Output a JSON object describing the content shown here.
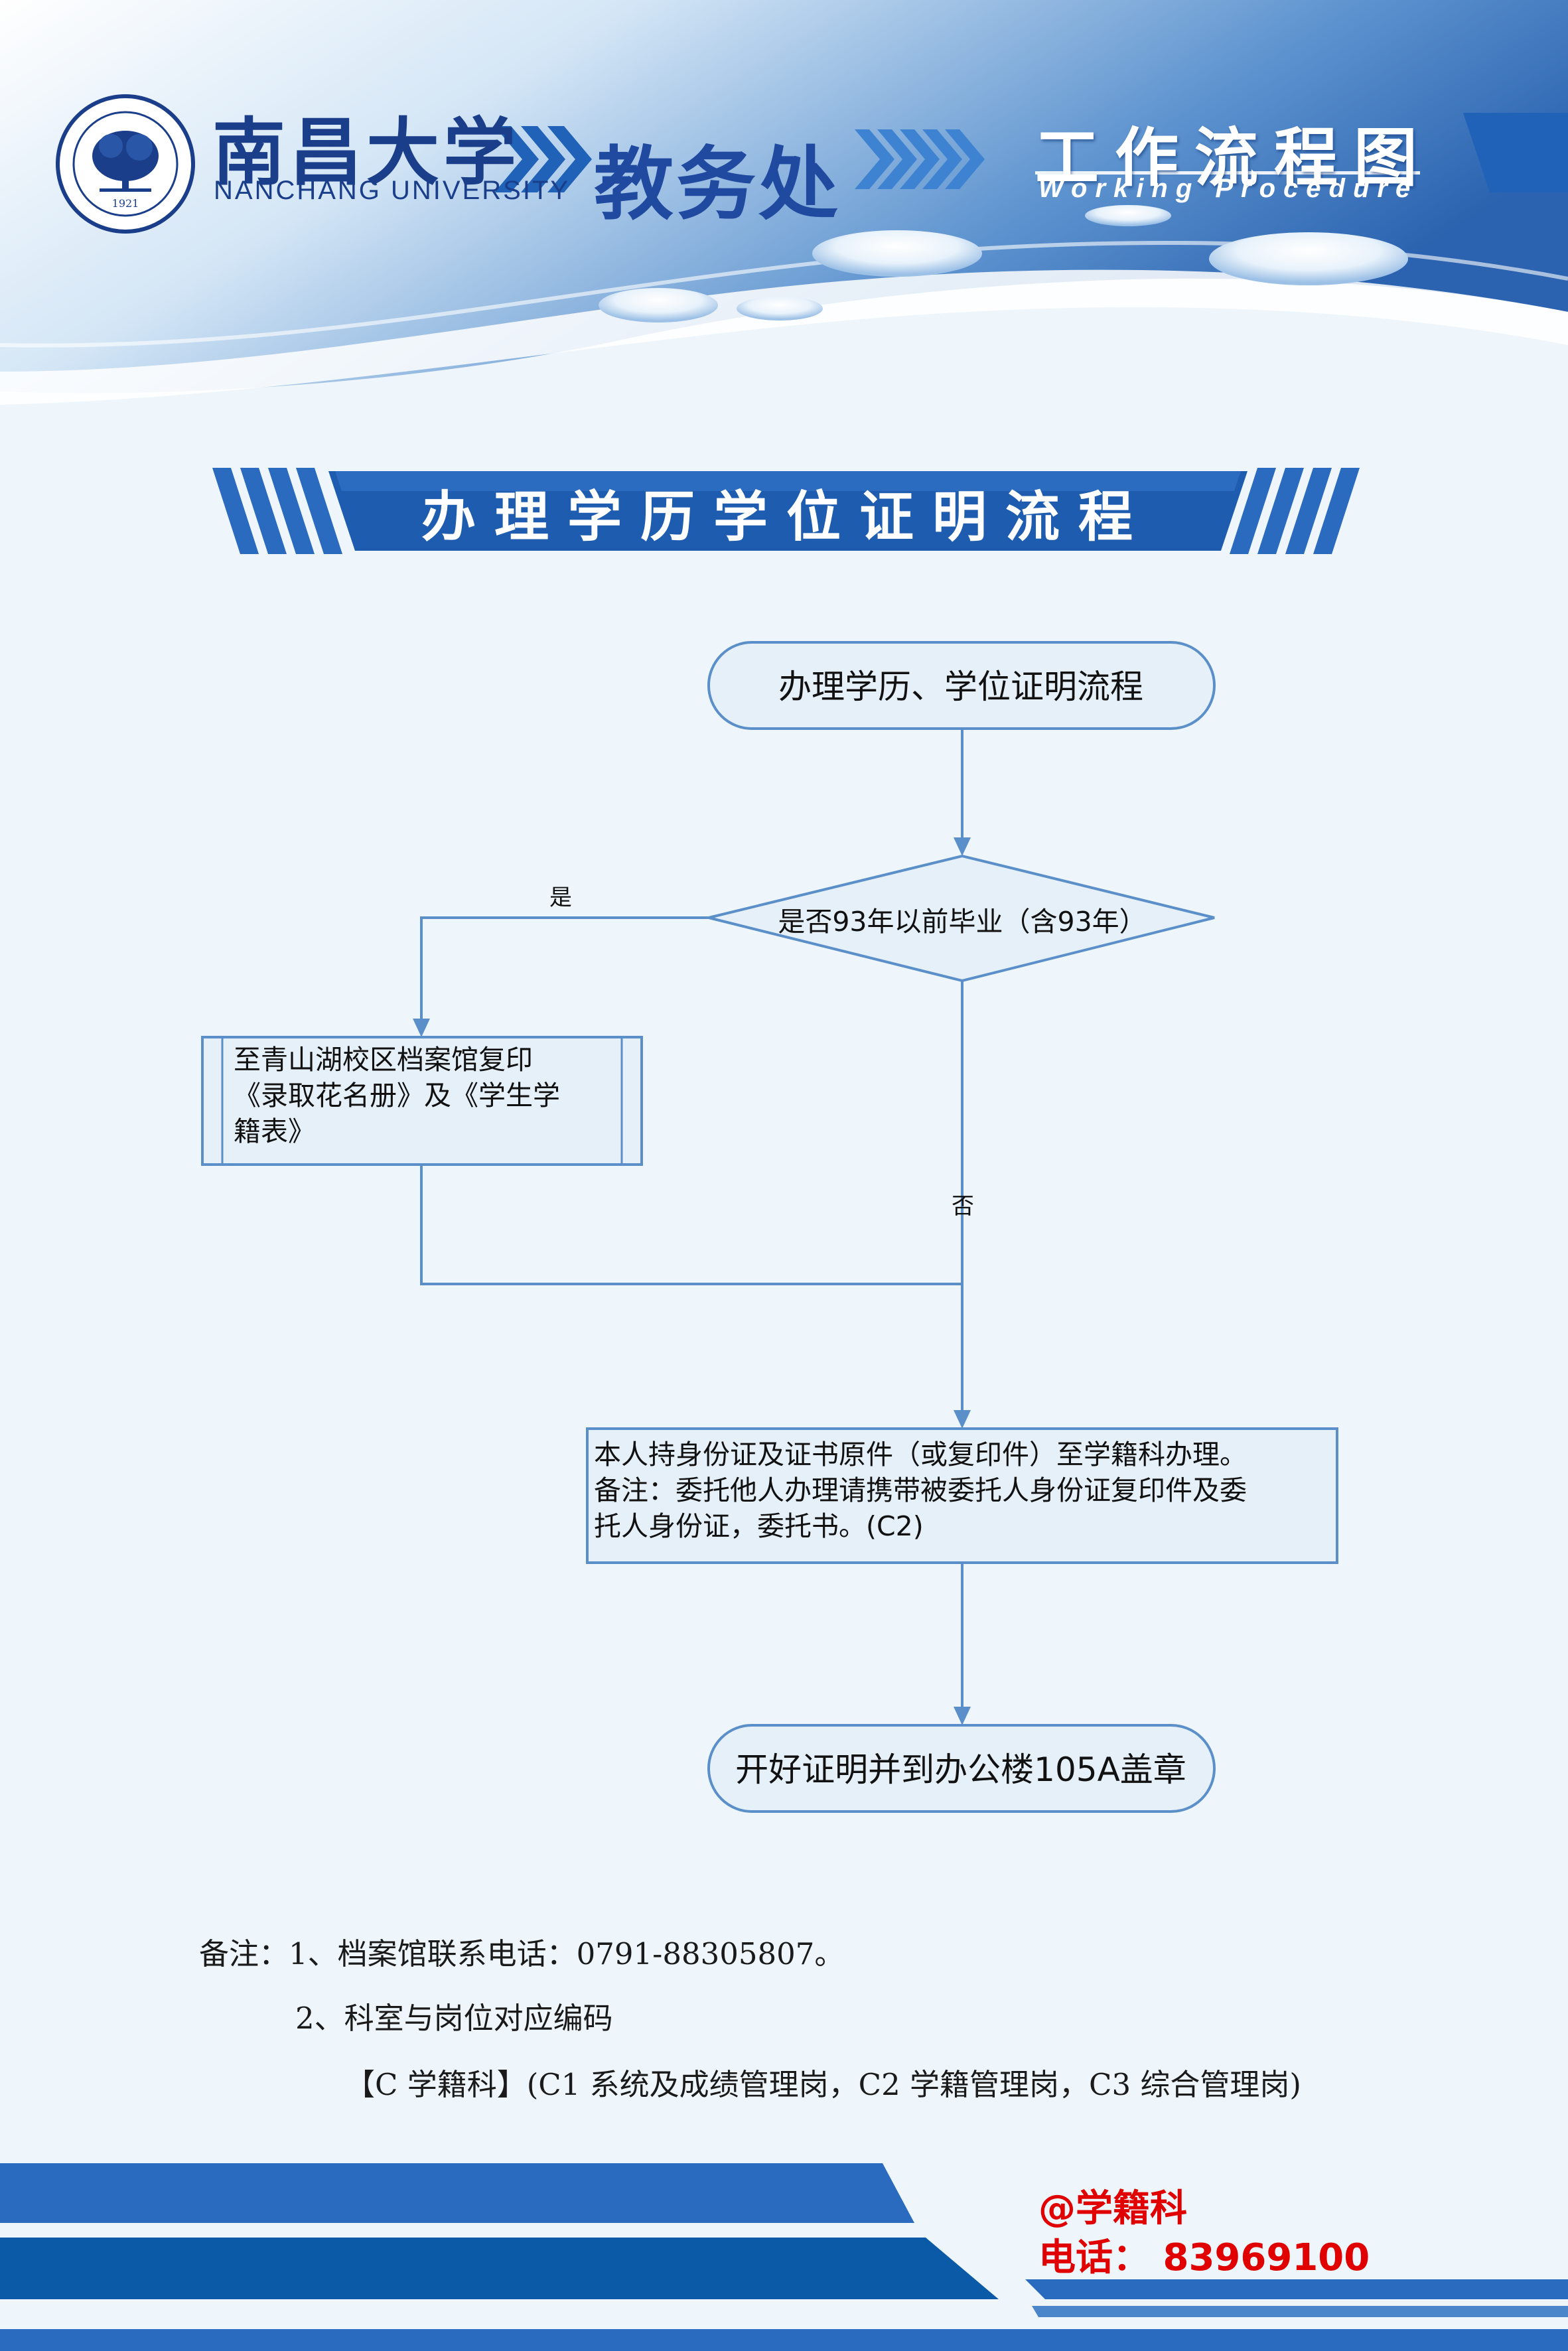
{
  "header": {
    "university_cn": "南昌大学",
    "university_en": "NANCHANG UNIVERSITY",
    "seal_year": "1921",
    "department": "教务处",
    "workflow_title": "工作流程图",
    "workflow_subtitle": "Working Procedure"
  },
  "banner": {
    "title": "办理学历学位证明流程"
  },
  "flowchart": {
    "start": "办理学历、学位证明流程",
    "decision": "是否93年以前毕业（含93年）",
    "yes_label": "是",
    "no_label": "否",
    "archive_lines": [
      "至青山湖校区档案馆复印",
      "《录取花名册》及《学生学",
      "籍表》"
    ],
    "handle_lines": [
      "本人持身份证及证书原件（或复印件）至学籍科办理。",
      "备注：委托他人办理请携带被委托人身份证复印件及委",
      "托人身份证，委托书。(C2)"
    ],
    "end": "开好证明并到办公楼105A盖章"
  },
  "notes": {
    "line1": "备注：1、档案馆联系电话：0791-88305807。",
    "line2": "2、科室与岗位对应编码",
    "line3": "【C 学籍科】(C1 系统及成绩管理岗，C2 学籍管理岗，C3 综合管理岗)"
  },
  "contact": {
    "name": "@学籍科",
    "phone": "电话：  83969100"
  },
  "colors": {
    "navy": "#1a3e8a",
    "banner_blue": "#2a6bbf",
    "flow_line": "#5b8fc9",
    "node_fill": "#e8f2fa",
    "contact_red": "#e00000"
  }
}
